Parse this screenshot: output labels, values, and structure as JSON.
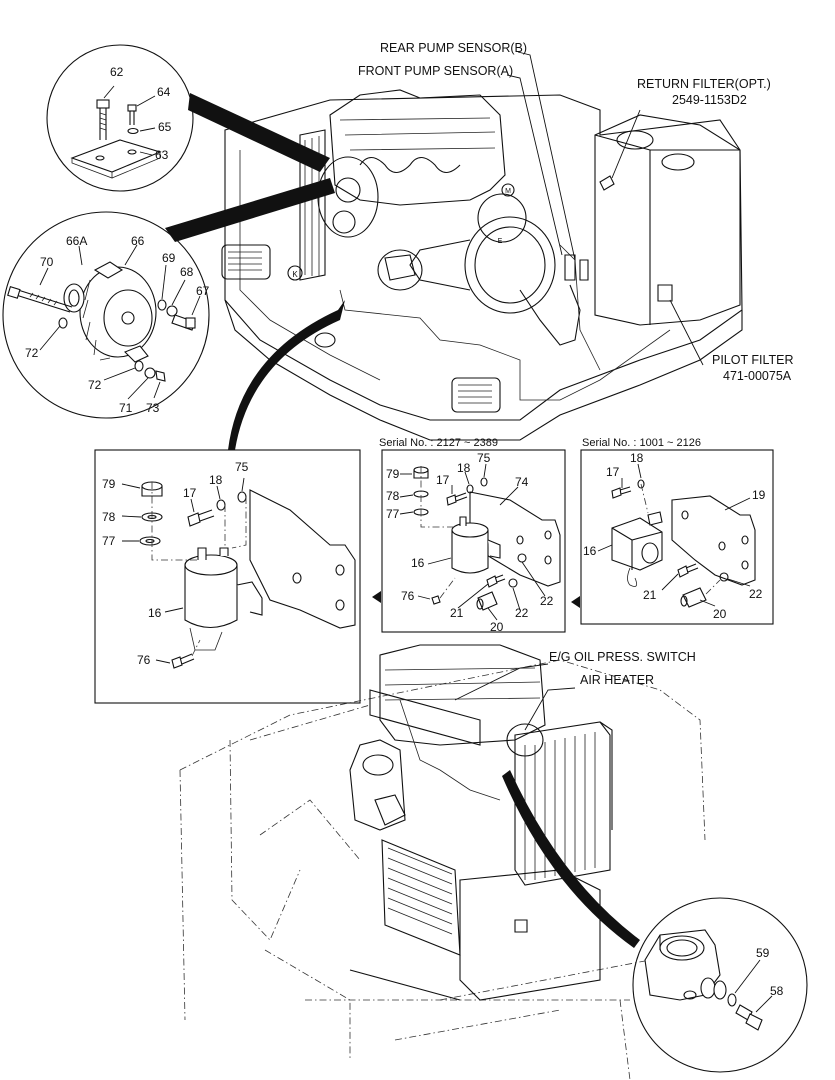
{
  "labels": {
    "rear_pump_sensor": "REAR PUMP SENSOR(B)",
    "front_pump_sensor": "FRONT PUMP SENSOR(A)",
    "return_filter": "RETURN FILTER(OPT.)",
    "return_filter_pn": "2549-1153D2",
    "pilot_filter": "PILOT FILTER",
    "pilot_filter_pn": "471-00075A",
    "eg_oil_press_switch": "E/G OIL PRESS. SWITCH",
    "air_heater": "AIR HEATER",
    "serial_mid": "Serial No. : 2127 ~ 2389",
    "serial_right": "Serial No. : 1001 ~ 2126",
    "view_m": "M",
    "view_k": "K",
    "view_e": "E"
  },
  "callouts": {
    "top_circle": [
      "62",
      "64",
      "65",
      "63"
    ],
    "alternator_circle": [
      "66A",
      "66",
      "70",
      "69",
      "68",
      "67",
      "72",
      "72",
      "71",
      "73"
    ],
    "left_box": [
      "79",
      "78",
      "77",
      "17",
      "18",
      "75",
      "16",
      "76"
    ],
    "mid_box": [
      "79",
      "78",
      "77",
      "17",
      "18",
      "75",
      "74",
      "16",
      "76",
      "21",
      "22",
      "22",
      "20"
    ],
    "right_box": [
      "17",
      "18",
      "19",
      "16",
      "21",
      "22",
      "20"
    ],
    "bottom_circle": [
      "59",
      "58"
    ]
  }
}
